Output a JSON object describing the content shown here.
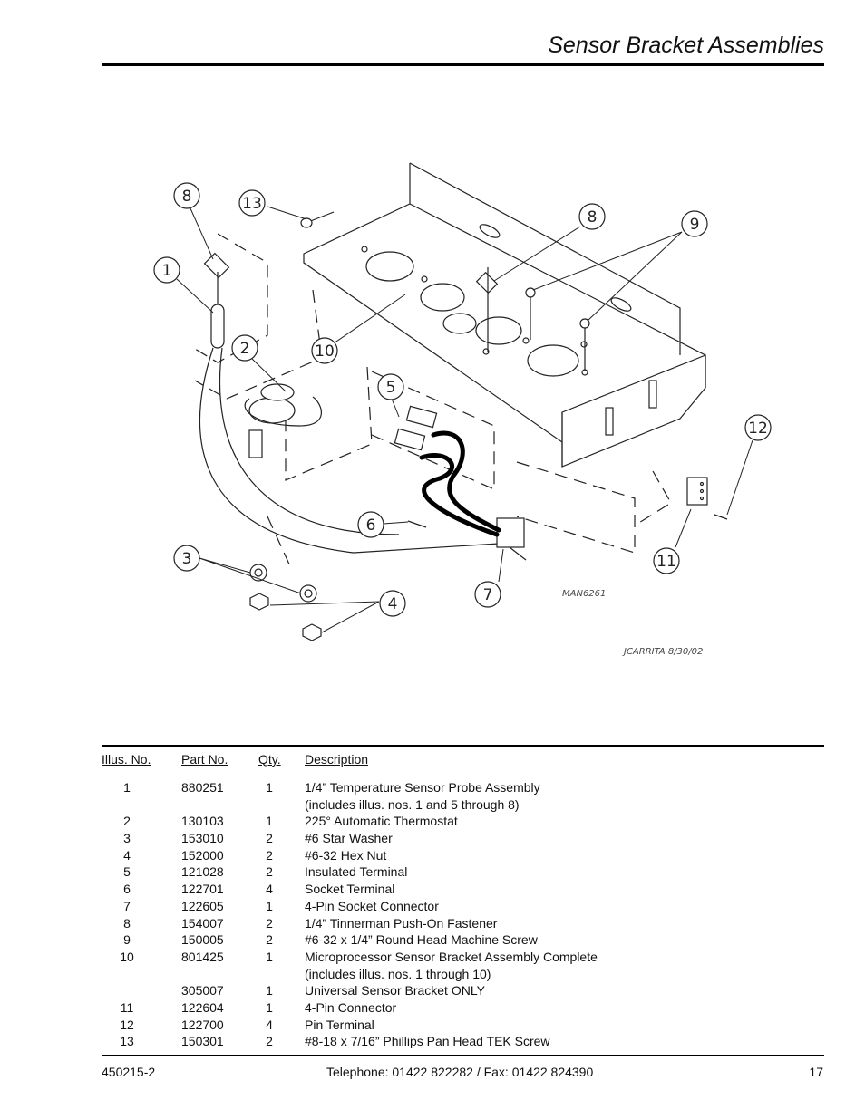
{
  "header": {
    "title": "Sensor Bracket Assemblies"
  },
  "diagram": {
    "callouts": [
      "8",
      "13",
      "1",
      "2",
      "10",
      "8",
      "9",
      "5",
      "6",
      "3",
      "4",
      "7",
      "11",
      "12"
    ],
    "drawing_code": "MAN6261",
    "drafter": "JCARRITA 8/30/02"
  },
  "parts_table": {
    "headers": {
      "illus": "Illus. No.",
      "part": "Part No.",
      "qty": "Qty.",
      "desc": "Description"
    },
    "rows": [
      {
        "illus": "1",
        "part": "880251",
        "qty": "1",
        "desc": "1/4” Temperature Sensor Probe Assembly"
      },
      {
        "illus": "",
        "part": "",
        "qty": "",
        "desc": "(includes illus. nos. 1 and 5 through 8)"
      },
      {
        "illus": "2",
        "part": "130103",
        "qty": "1",
        "desc": "225° Automatic Thermostat"
      },
      {
        "illus": "3",
        "part": "153010",
        "qty": "2",
        "desc": "#6 Star Washer"
      },
      {
        "illus": "4",
        "part": "152000",
        "qty": "2",
        "desc": "#6-32 Hex Nut"
      },
      {
        "illus": "5",
        "part": "121028",
        "qty": "2",
        "desc": "Insulated Terminal"
      },
      {
        "illus": "6",
        "part": "122701",
        "qty": "4",
        "desc": "Socket Terminal"
      },
      {
        "illus": "7",
        "part": "122605",
        "qty": "1",
        "desc": "4-Pin Socket Connector"
      },
      {
        "illus": "8",
        "part": "154007",
        "qty": "2",
        "desc": "1/4” Tinnerman Push-On Fastener"
      },
      {
        "illus": "9",
        "part": "150005",
        "qty": "2",
        "desc": "#6-32 x 1/4” Round Head Machine Screw"
      },
      {
        "illus": "10",
        "part": "801425",
        "qty": "1",
        "desc": "Microprocessor Sensor Bracket Assembly Complete"
      },
      {
        "illus": "",
        "part": "",
        "qty": "",
        "desc": "(includes illus. nos. 1 through 10)"
      },
      {
        "illus": "",
        "part": "305007",
        "qty": "1",
        "desc": "Universal Sensor Bracket ONLY"
      },
      {
        "illus": "11",
        "part": "122604",
        "qty": "1",
        "desc": "4-Pin Connector"
      },
      {
        "illus": "12",
        "part": "122700",
        "qty": "4",
        "desc": "Pin Terminal"
      },
      {
        "illus": "13",
        "part": "150301",
        "qty": "2",
        "desc": "#8-18 x 7/16” Phillips Pan Head TEK Screw"
      }
    ]
  },
  "footer": {
    "doc_number": "450215-2",
    "contact": "Telephone: 01422 822282 / Fax: 01422 824390",
    "page_number": "17"
  }
}
